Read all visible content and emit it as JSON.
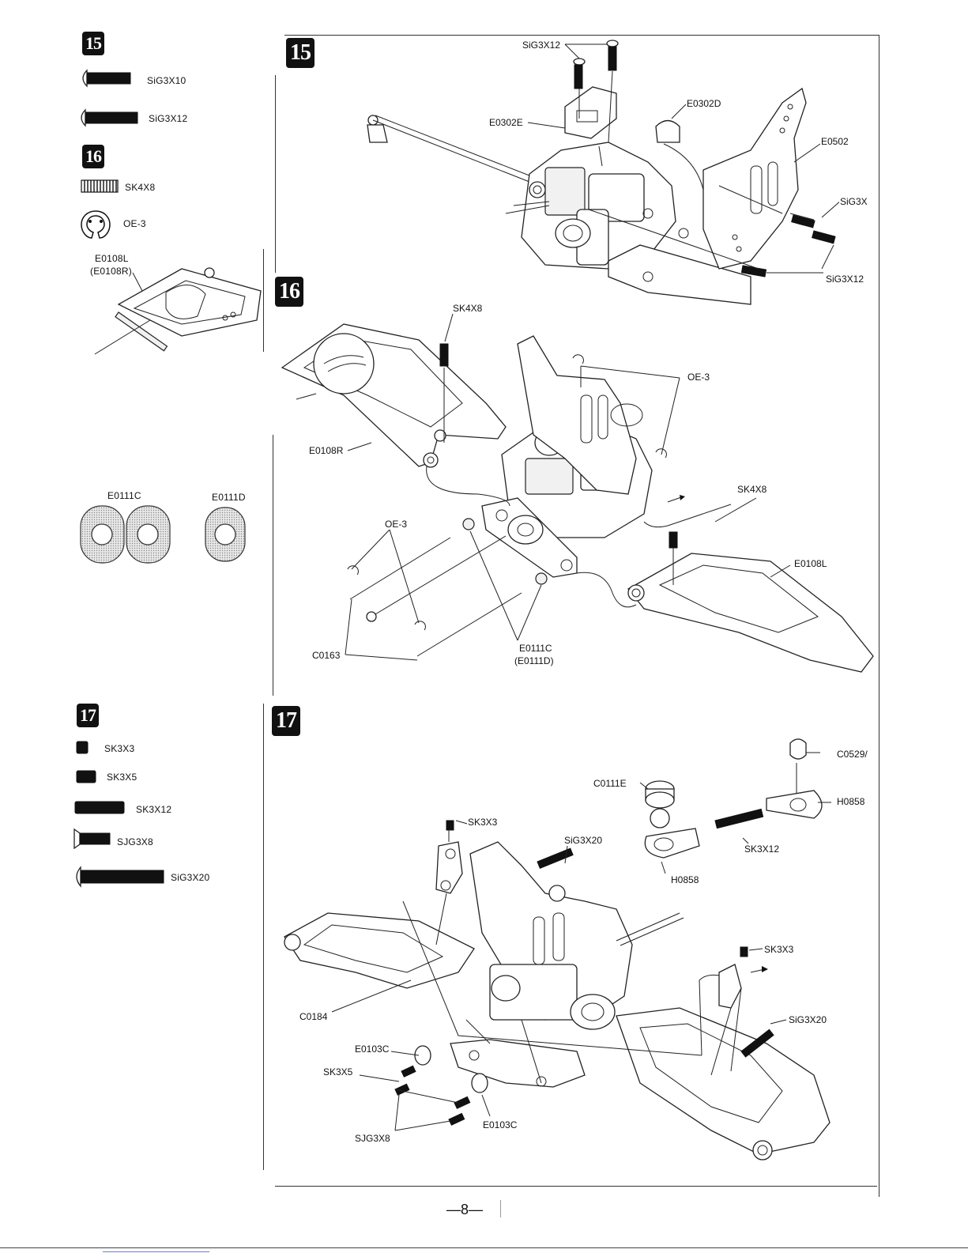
{
  "page": {
    "number": "—8—"
  },
  "sidebar": {
    "step15": {
      "badge": "15",
      "items": [
        {
          "icon": "button-head-screw-icon",
          "label": "SiG3X10"
        },
        {
          "icon": "button-head-screw-icon",
          "label": "SiG3X12"
        }
      ]
    },
    "step16": {
      "badge": "16",
      "items": [
        {
          "icon": "set-screw-icon",
          "label": "SK4X8"
        },
        {
          "icon": "e-clip-icon",
          "label": "OE-3"
        }
      ],
      "arm_callout": {
        "label1": "E0108L",
        "label2": "(E0108R)"
      },
      "spacers": {
        "left": "E0111C",
        "right": "E0111D"
      }
    },
    "step17": {
      "badge": "17",
      "items": [
        {
          "icon": "set-screw-icon",
          "label": "SK3X3"
        },
        {
          "icon": "set-screw-icon",
          "label": "SK3X5"
        },
        {
          "icon": "set-screw-icon",
          "label": "SK3X12"
        },
        {
          "icon": "flat-head-screw-icon",
          "label": "SJG3X8"
        },
        {
          "icon": "button-head-screw-icon",
          "label": "SiG3X20"
        }
      ]
    }
  },
  "panels": {
    "p15": {
      "badge": "15",
      "labels": {
        "screw_top": "SiG3X12",
        "e0302d": "E0302D",
        "e0302e": "E0302E",
        "e0502": "E0502",
        "sig3x_right": "SiG3X",
        "sig3x12_bottom": "SiG3X12"
      }
    },
    "p16": {
      "badge": "16",
      "labels": {
        "sk4x8_top": "SK4X8",
        "oe3_right": "OE-3",
        "e0108r": "E0108R",
        "sk4x8_right": "SK4X8",
        "oe3_left": "OE-3",
        "e0108l": "E0108L",
        "c0163": "C0163",
        "e0111c": "E0111C",
        "e0111d": "(E0111D)"
      }
    },
    "p17": {
      "badge": "17",
      "labels": {
        "c0529": "C0529/",
        "c0111e": "C0111E",
        "h0858_right": "H0858",
        "sk3x3_top": "SK3X3",
        "sig3x20_top": "SiG3X20",
        "sk3x12": "SK3X12",
        "h0858_bottom": "H0858",
        "sk3x3_right": "SK3X3",
        "sig3x20_right": "SiG3X20",
        "c0184": "C0184",
        "e0103c_left": "E0103C",
        "sk3x5": "SK3X5",
        "e0103c_bottom": "E0103C",
        "sjg3x8": "SJG3X8"
      }
    }
  }
}
